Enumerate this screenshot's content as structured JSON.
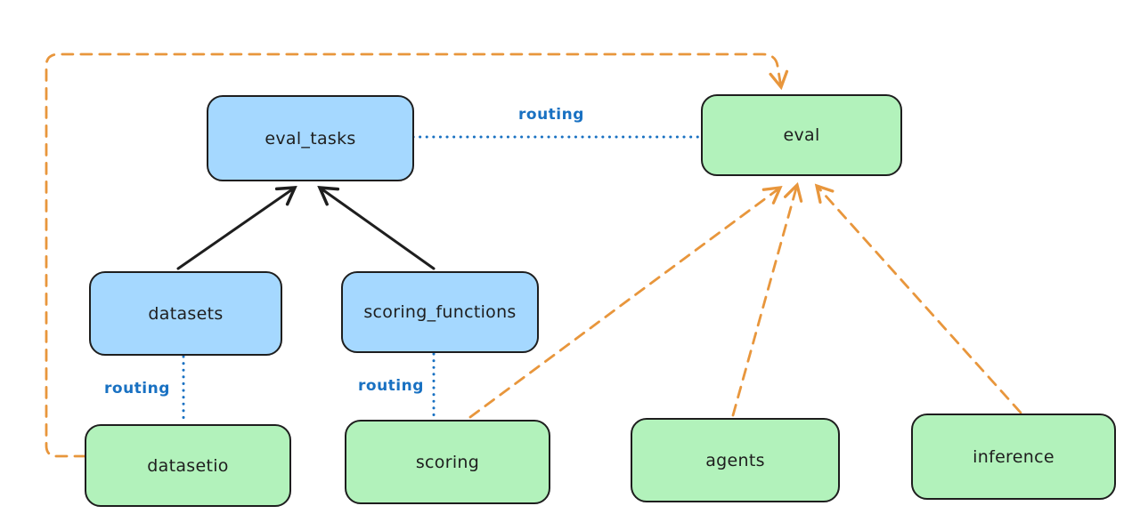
{
  "diagram": {
    "type": "architecture-diagram",
    "background": "#ffffff",
    "nodes": {
      "eval_tasks": {
        "label": "eval_tasks",
        "fill": "#a5d8ff",
        "stroke": "#1e1e1e"
      },
      "eval": {
        "label": "eval",
        "fill": "#b2f2bb",
        "stroke": "#1e1e1e"
      },
      "datasets": {
        "label": "datasets",
        "fill": "#a5d8ff",
        "stroke": "#1e1e1e"
      },
      "scoring_functions": {
        "label": "scoring_functions",
        "fill": "#a5d8ff",
        "stroke": "#1e1e1e"
      },
      "datasetio": {
        "label": "datasetio",
        "fill": "#b2f2bb",
        "stroke": "#1e1e1e"
      },
      "scoring": {
        "label": "scoring",
        "fill": "#b2f2bb",
        "stroke": "#1e1e1e"
      },
      "agents": {
        "label": "agents",
        "fill": "#b2f2bb",
        "stroke": "#1e1e1e"
      },
      "inference": {
        "label": "inference",
        "fill": "#b2f2bb",
        "stroke": "#1e1e1e"
      }
    },
    "edges": [
      {
        "from": "datasets",
        "to": "eval_tasks",
        "style": "solid",
        "color": "#1e1e1e",
        "label": ""
      },
      {
        "from": "scoring_functions",
        "to": "eval_tasks",
        "style": "solid",
        "color": "#1e1e1e",
        "label": ""
      },
      {
        "from": "eval_tasks",
        "to": "eval",
        "style": "dotted",
        "color": "#1971c2",
        "label": "routing"
      },
      {
        "from": "datasets",
        "to": "datasetio",
        "style": "dotted",
        "color": "#1971c2",
        "label": "routing"
      },
      {
        "from": "scoring_functions",
        "to": "scoring",
        "style": "dotted",
        "color": "#1971c2",
        "label": "routing"
      },
      {
        "from": "datasetio",
        "to": "eval",
        "style": "dashed",
        "color": "#e8963c",
        "label": ""
      },
      {
        "from": "scoring",
        "to": "eval",
        "style": "dashed",
        "color": "#e8963c",
        "label": ""
      },
      {
        "from": "agents",
        "to": "eval",
        "style": "dashed",
        "color": "#e8963c",
        "label": ""
      },
      {
        "from": "inference",
        "to": "eval",
        "style": "dashed",
        "color": "#e8963c",
        "label": ""
      }
    ],
    "colors": {
      "node_fill_blue": "#a5d8ff",
      "node_fill_green": "#b2f2bb",
      "node_stroke": "#1e1e1e",
      "routing_blue": "#1971c2",
      "arrow_orange": "#e8963c",
      "arrow_black": "#1e1e1e"
    }
  }
}
